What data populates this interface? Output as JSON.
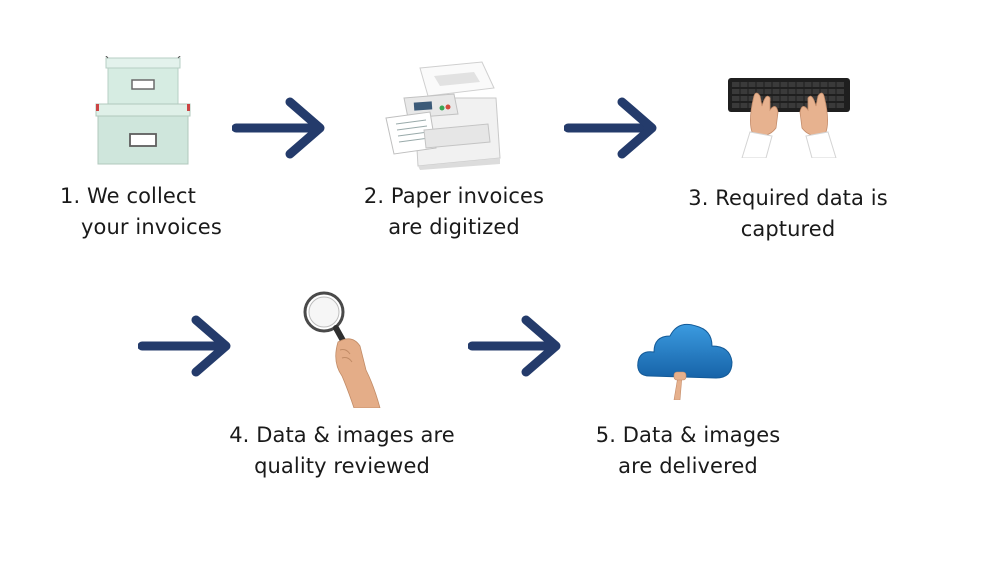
{
  "colors": {
    "arrow": "#243b6b",
    "cloud": "#2a7fc8",
    "box": "#cfe6dc"
  },
  "steps": [
    {
      "icon": "storage-boxes-icon",
      "line1": "1.  We collect",
      "line2": "your invoices"
    },
    {
      "icon": "printer-scanner-icon",
      "line1": "2. Paper invoices",
      "line2": "are digitized"
    },
    {
      "icon": "keyboard-typing-icon",
      "line1": "3. Required data is",
      "line2": "captured"
    },
    {
      "icon": "magnifying-glass-icon",
      "line1": "4. Data & images are",
      "line2": "quality reviewed"
    },
    {
      "icon": "cloud-icon",
      "line1": "5. Data & images",
      "line2": "are delivered"
    }
  ]
}
